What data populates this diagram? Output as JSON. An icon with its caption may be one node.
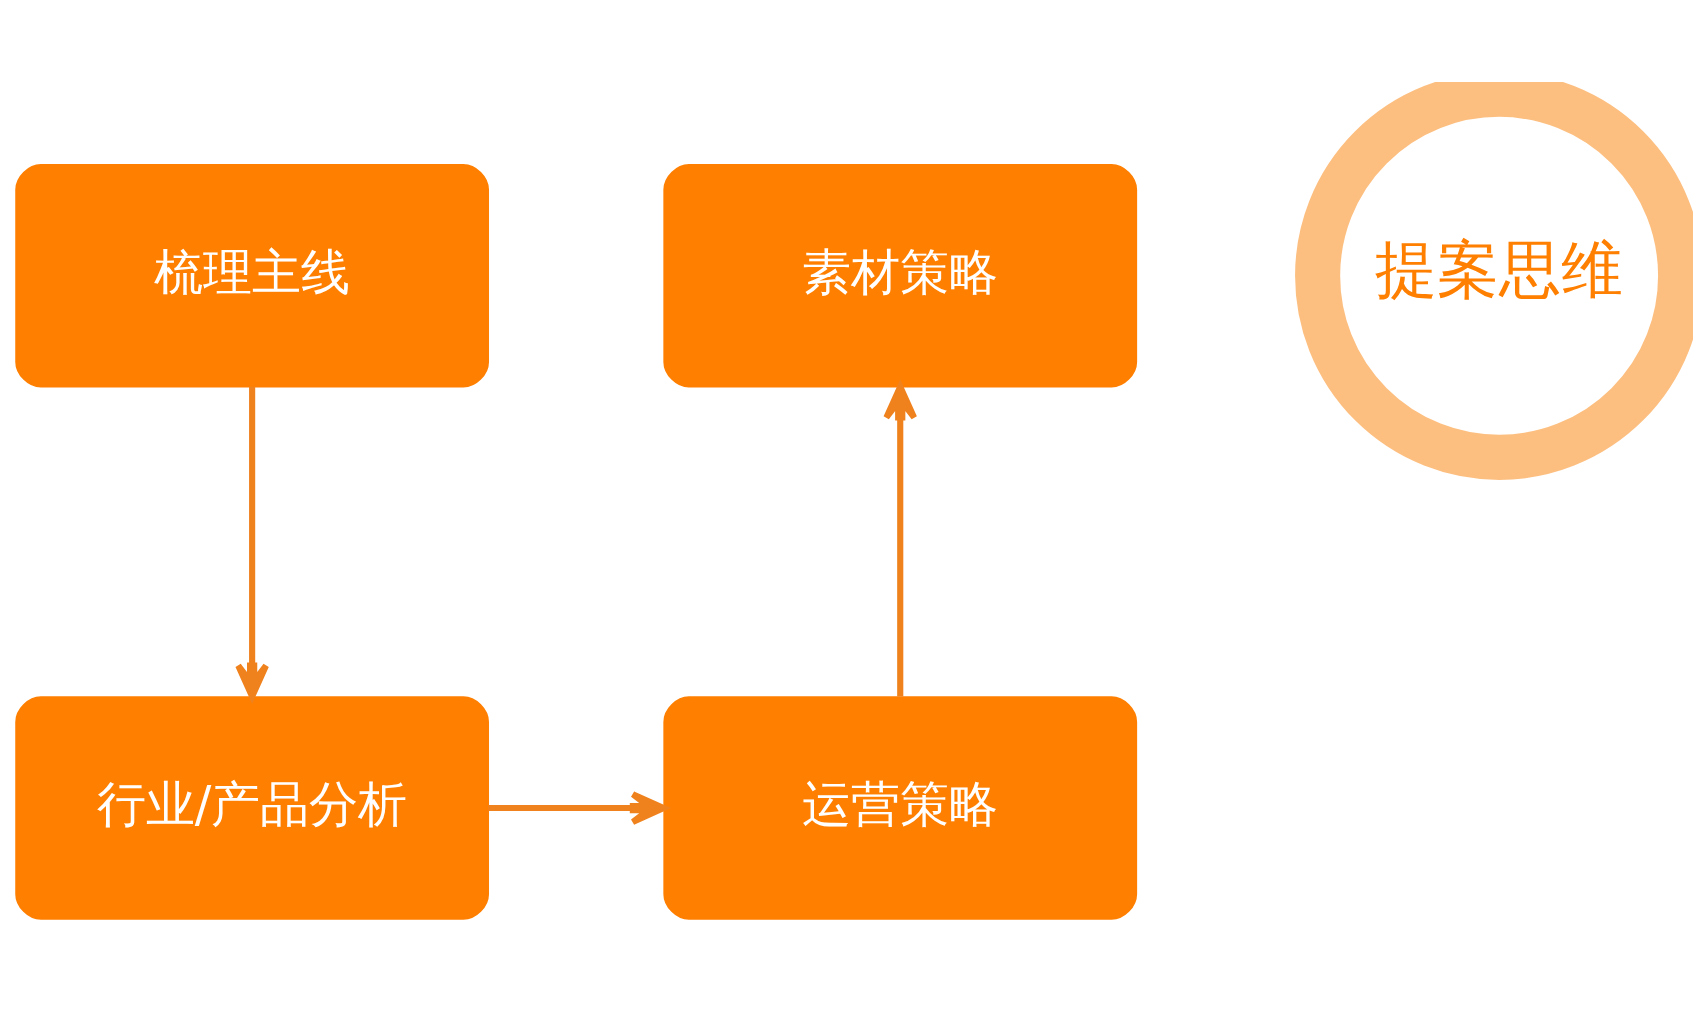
{
  "diagram": {
    "nodes": [
      {
        "text": [
          "梳理主线"
        ]
      },
      {
        "text": [
          "素材策略"
        ]
      },
      {
        "text": [
          "提案思维"
        ]
      },
      {
        "text": [
          "行业/产品分析"
        ]
      },
      {
        "text": [
          "运营策略"
        ]
      }
    ],
    "edges": [
      {
        "from": 0,
        "to": 3,
        "arrow": "to"
      },
      {
        "from": 3,
        "to": 4,
        "arrow": "to"
      },
      {
        "from": 4,
        "to": 1,
        "arrow": "to"
      }
    ]
  }
}
